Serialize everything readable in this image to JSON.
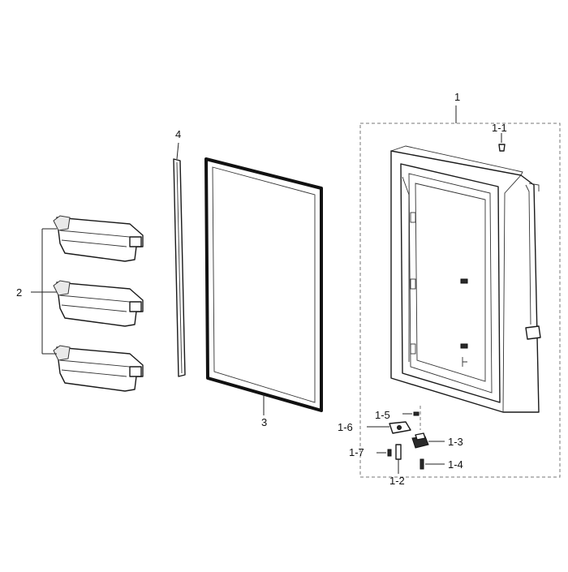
{
  "labels": {
    "part_1": "1",
    "part_1_1": "1-1",
    "part_1_2": "1-2",
    "part_1_3": "1-3",
    "part_1_4": "1-4",
    "part_1_5": "1-5",
    "part_1_6": "1-6",
    "part_1_7": "1-7",
    "part_2": "2",
    "part_3": "3",
    "part_4": "4"
  }
}
